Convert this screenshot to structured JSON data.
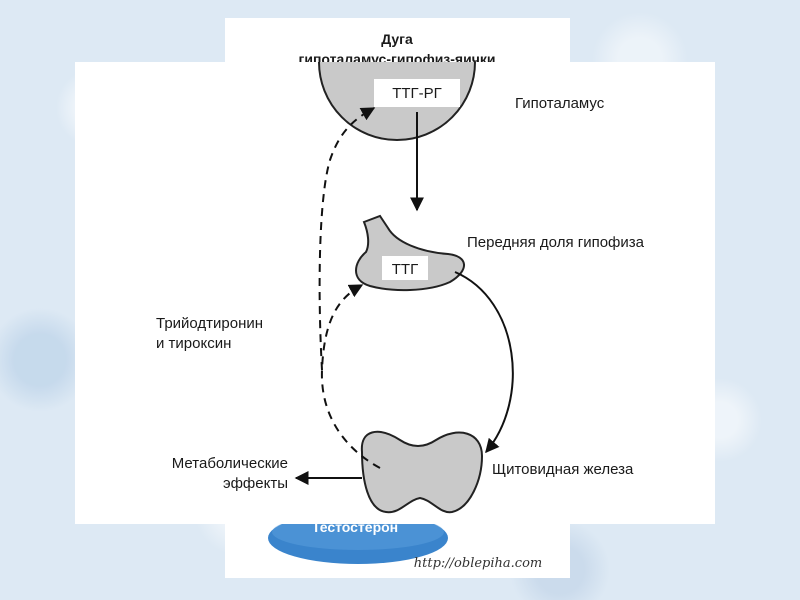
{
  "back_card": {
    "title_line1": "Дуга",
    "title_line2": "гипоталамус-гипофиз-яички",
    "pill_label": "Тестостерон",
    "url": "http://oblepiha.com"
  },
  "diagram": {
    "hypothalamus_hormone": "ТТГ-РГ",
    "hypothalamus_label": "Гипоталамус",
    "pituitary_hormone": "ТТГ",
    "pituitary_label": "Передняя доля гипофиза",
    "feedback_label_line1": "Трийодтиронин",
    "feedback_label_line2": "и тироксин",
    "effects_label_line1": "Метаболические",
    "effects_label_line2": "эффекты",
    "thyroid_label": "Щитовидная железа"
  },
  "colors": {
    "organ_fill": "#c9c9c9",
    "pill_blue": "#3a84cc",
    "background": "#dde9f4"
  }
}
